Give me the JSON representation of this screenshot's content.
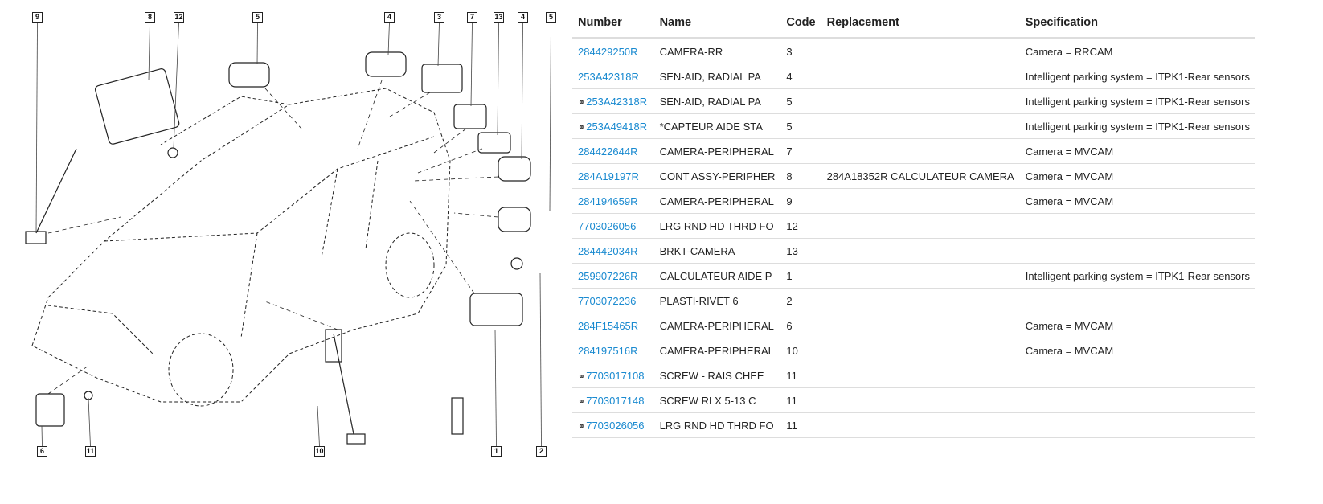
{
  "diagram": {
    "callouts": [
      "9",
      "8",
      "12",
      "5",
      "4",
      "3",
      "7",
      "13",
      "4",
      "5",
      "6",
      "11",
      "10",
      "1",
      "2"
    ]
  },
  "table": {
    "headers": {
      "number": "Number",
      "name": "Name",
      "code": "Code",
      "replacement": "Replacement",
      "specification": "Specification"
    },
    "rows": [
      {
        "number": "284429250R",
        "linked": false,
        "name": "CAMERA-RR",
        "code": "3",
        "replacement": "",
        "specification": "Camera = RRCAM"
      },
      {
        "number": "253A42318R",
        "linked": false,
        "name": "SEN-AID, RADIAL PA",
        "code": "4",
        "replacement": "",
        "specification": "Intelligent parking system = ITPK1-Rear sensors"
      },
      {
        "number": "253A42318R",
        "linked": true,
        "name": "SEN-AID, RADIAL PA",
        "code": "5",
        "replacement": "",
        "specification": "Intelligent parking system = ITPK1-Rear sensors"
      },
      {
        "number": "253A49418R",
        "linked": true,
        "name": "*CAPTEUR AIDE STA",
        "code": "5",
        "replacement": "",
        "specification": "Intelligent parking system = ITPK1-Rear sensors"
      },
      {
        "number": "284422644R",
        "linked": false,
        "name": "CAMERA-PERIPHERAL",
        "code": "7",
        "replacement": "",
        "specification": "Camera = MVCAM"
      },
      {
        "number": "284A19197R",
        "linked": false,
        "name": "CONT ASSY-PERIPHER",
        "code": "8",
        "replacement": "284A18352R CALCULATEUR CAMERA",
        "specification": "Camera = MVCAM"
      },
      {
        "number": "284194659R",
        "linked": false,
        "name": "CAMERA-PERIPHERAL",
        "code": "9",
        "replacement": "",
        "specification": "Camera = MVCAM"
      },
      {
        "number": "7703026056",
        "linked": false,
        "name": "LRG RND HD THRD FO",
        "code": "12",
        "replacement": "",
        "specification": ""
      },
      {
        "number": "284442034R",
        "linked": false,
        "name": "BRKT-CAMERA",
        "code": "13",
        "replacement": "",
        "specification": ""
      },
      {
        "number": "259907226R",
        "linked": false,
        "name": "CALCULATEUR AIDE P",
        "code": "1",
        "replacement": "",
        "specification": "Intelligent parking system = ITPK1-Rear sensors"
      },
      {
        "number": "7703072236",
        "linked": false,
        "name": "PLASTI-RIVET 6",
        "code": "2",
        "replacement": "",
        "specification": ""
      },
      {
        "number": "284F15465R",
        "linked": false,
        "name": "CAMERA-PERIPHERAL",
        "code": "6",
        "replacement": "",
        "specification": "Camera = MVCAM"
      },
      {
        "number": "284197516R",
        "linked": false,
        "name": "CAMERA-PERIPHERAL",
        "code": "10",
        "replacement": "",
        "specification": "Camera = MVCAM"
      },
      {
        "number": "7703017108",
        "linked": true,
        "name": "SCREW - RAIS CHEE",
        "code": "11",
        "replacement": "",
        "specification": ""
      },
      {
        "number": "7703017148",
        "linked": true,
        "name": "SCREW RLX 5-13 C",
        "code": "11",
        "replacement": "",
        "specification": ""
      },
      {
        "number": "7703026056",
        "linked": true,
        "name": "LRG RND HD THRD FO",
        "code": "11",
        "replacement": "",
        "specification": ""
      }
    ]
  }
}
